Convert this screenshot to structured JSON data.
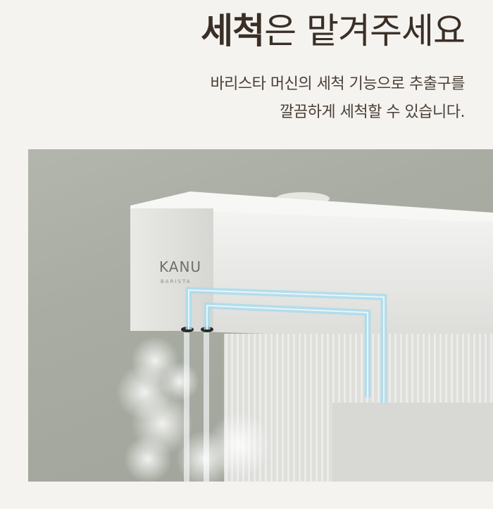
{
  "headline": {
    "bold": "세척",
    "rest": "은 맡겨주세요"
  },
  "subcopy": {
    "line1": "바리스타 머신의 세척 기능으로 추출구를",
    "line2": "깔끔하게 세척할 수 있습니다."
  },
  "product": {
    "brand": "KANU",
    "model": "BARISTA"
  },
  "colors": {
    "background": "#f5f3ef",
    "text": "#3a2f27",
    "photo_bg": "#a8aca2",
    "machine_body": "#ededeb",
    "water_line": "#9fd3ea"
  }
}
